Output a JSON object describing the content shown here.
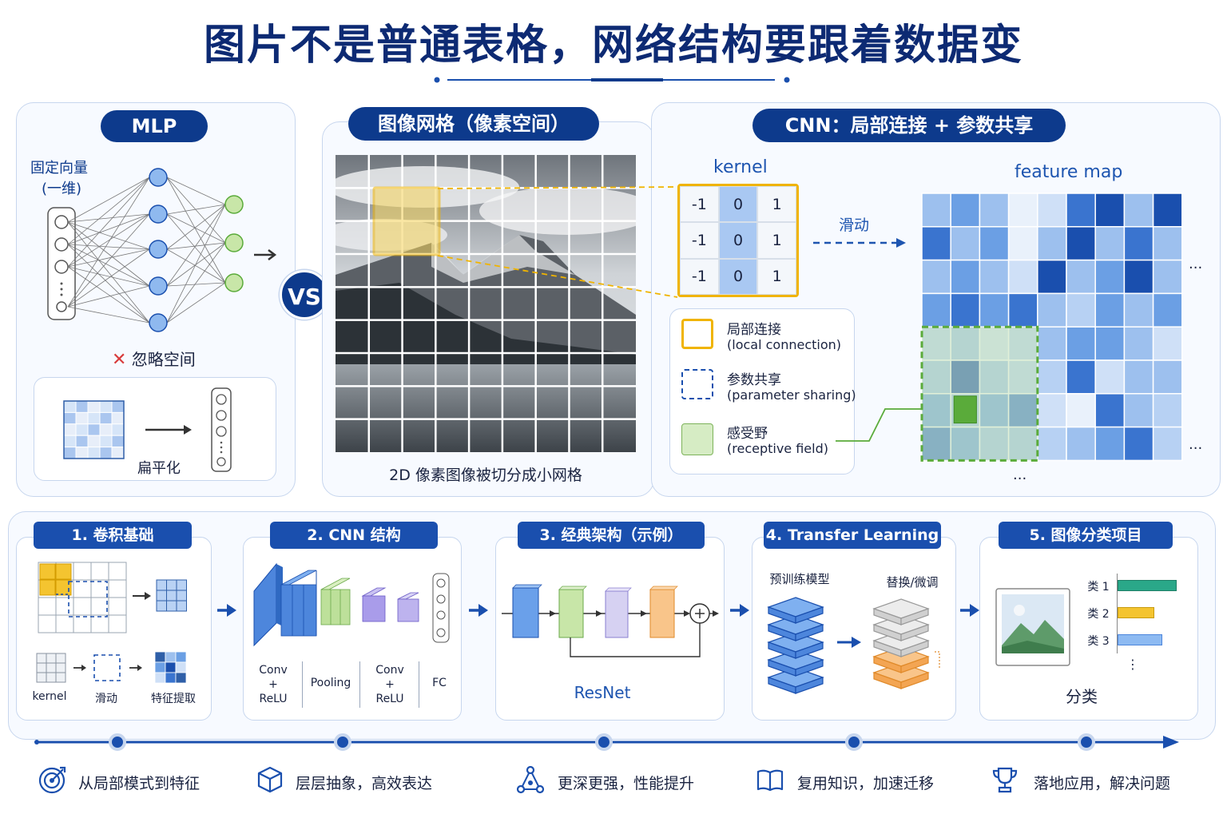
{
  "title": "图片不是普通表格，网络结构要跟着数据变",
  "mlp": {
    "header": "MLP",
    "input_label_1": "固定向量",
    "input_label_2": "(一维)",
    "ignore": "忽略空间",
    "flatten": "扁平化"
  },
  "vs": "VS",
  "image_grid": {
    "header": "图像网格（像素空间）",
    "caption": "2D 像素图像被切分成小网格"
  },
  "cnn": {
    "header": "CNN：局部连接 + 参数共享",
    "kernel_title": "kernel",
    "kernel_values": [
      [
        "-1",
        "0",
        "1"
      ],
      [
        "-1",
        "0",
        "1"
      ],
      [
        "-1",
        "0",
        "1"
      ]
    ],
    "slide": "滑动",
    "feature_map_title": "feature map",
    "ellipsis": "...",
    "legend": [
      {
        "zh": "局部连接",
        "en": "(local connection)"
      },
      {
        "zh": "参数共享",
        "en": "(parameter sharing)"
      },
      {
        "zh": "感受野",
        "en": "(receptive field)"
      }
    ]
  },
  "steps": [
    {
      "title": "1. 卷积基础",
      "labels": [
        "kernel",
        "滑动",
        "特征提取"
      ]
    },
    {
      "title": "2. CNN 结构",
      "labels": [
        "Conv\n+\nReLU",
        "Pooling",
        "Conv\n+\nReLU",
        "FC"
      ]
    },
    {
      "title": "3. 经典架构（示例）",
      "caption": "ResNet"
    },
    {
      "title": "4. Transfer Learning",
      "pretrained": "预训练模型",
      "replace": "替换/微调"
    },
    {
      "title": "5. 图像分类项目",
      "classes": [
        "类 1",
        "类 2",
        "类 3"
      ],
      "caption": "分类",
      "dots": "⋮"
    }
  ],
  "bottom": [
    {
      "icon": "target-icon",
      "text": "从局部模式到特征"
    },
    {
      "icon": "cube-icon",
      "text": "层层抽象，高效表达"
    },
    {
      "icon": "network-icon",
      "text": "更深更强，性能提升"
    },
    {
      "icon": "book-icon",
      "text": "复用知识，加速迁移"
    },
    {
      "icon": "trophy-icon",
      "text": "落地应用，解决问题"
    }
  ],
  "colors": {
    "primary": "#0d3a8c",
    "accent_blue": "#1a4fae",
    "yellow": "#f0b400",
    "green": "#5aab3a"
  }
}
